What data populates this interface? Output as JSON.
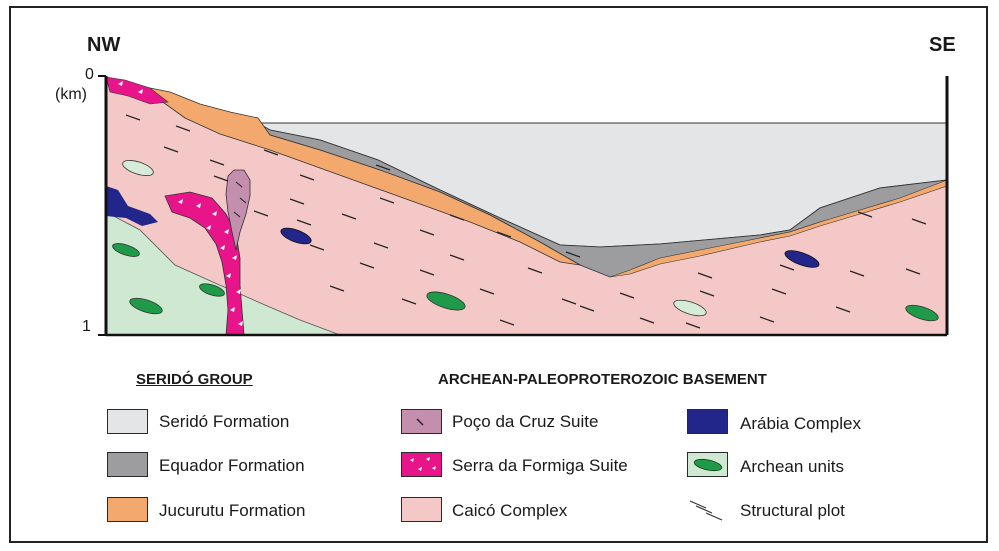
{
  "section": {
    "left_label": "NW",
    "right_label": "SE",
    "depth_top": "0",
    "depth_unit": "(km)",
    "depth_bottom": "1"
  },
  "legend": {
    "serido_heading": "SERIDÓ GROUP",
    "basement_heading": "ARCHEAN-PALEOPROTEROZOIC BASEMENT",
    "items": {
      "serido_formation": {
        "label": "Seridó Formation",
        "color": "#e4e5e7"
      },
      "equador_formation": {
        "label": "Equador Formation",
        "color": "#9d9d9f"
      },
      "jucurutu_formation": {
        "label": "Jucurutu Formation",
        "color": "#f3a86d"
      },
      "poco_da_cruz_suite": {
        "label": "Poço da Cruz Suite",
        "color": "#c48fae"
      },
      "serra_da_formiga_suite": {
        "label": "Serra da Formiga Suite",
        "color": "#e8158a"
      },
      "caico_complex": {
        "label": "Caicó Complex",
        "color": "#f5c8c8"
      },
      "arabia_complex": {
        "label": "Arábia Complex",
        "color": "#22258a"
      },
      "archean_units": {
        "label": "Archean units",
        "color": "#cfe8d2",
        "ellipse_color": "#1f9a48"
      },
      "structural_plot": {
        "label": "Structural plot"
      }
    }
  }
}
